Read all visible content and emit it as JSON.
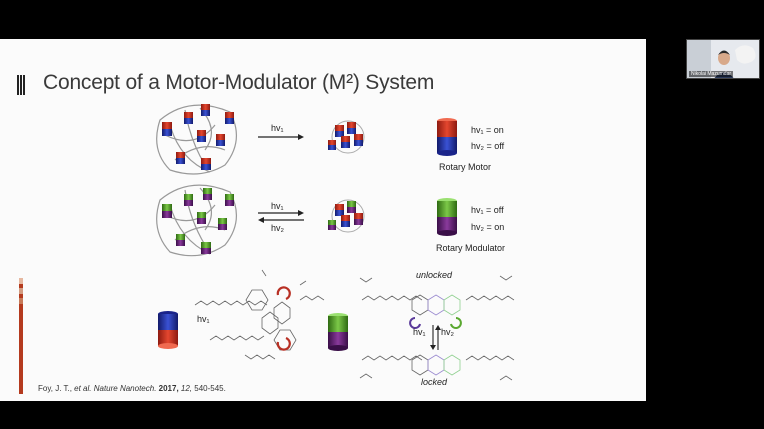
{
  "slide": {
    "title": "Concept of a Motor-Modulator (M²) System",
    "row1": {
      "arrow_label": "hv₁",
      "legend_on": "hv₁ = on",
      "legend_off": "hv₂ = off",
      "caption": "Rotary Motor"
    },
    "row2": {
      "arrow_label_top": "hv₁",
      "arrow_label_bottom": "hv₂",
      "legend_off": "hv₁ = off",
      "legend_on": "hv₂ = on",
      "caption": "Rotary Modulator"
    },
    "bottom": {
      "hv_left": "hv₁",
      "state_top": "unlocked",
      "state_bottom": "locked",
      "hv1": "hv₁",
      "hv2": "hv₂"
    },
    "citation": {
      "authors": "Foy, J. T., ",
      "etal": "et al.",
      "journal": " Nature Nanotech.",
      "year": " 2017,",
      "volume": " 12,",
      "pages": " 540-545."
    }
  },
  "webcam": {
    "name": "Nikolai Mazumdar"
  },
  "colors": {
    "motor_red": "#d83a2a",
    "motor_blue": "#2c3fb8",
    "modulator_green": "#5aa830",
    "modulator_purple": "#6a2a7a",
    "accent_bar": "#b43a1e"
  }
}
